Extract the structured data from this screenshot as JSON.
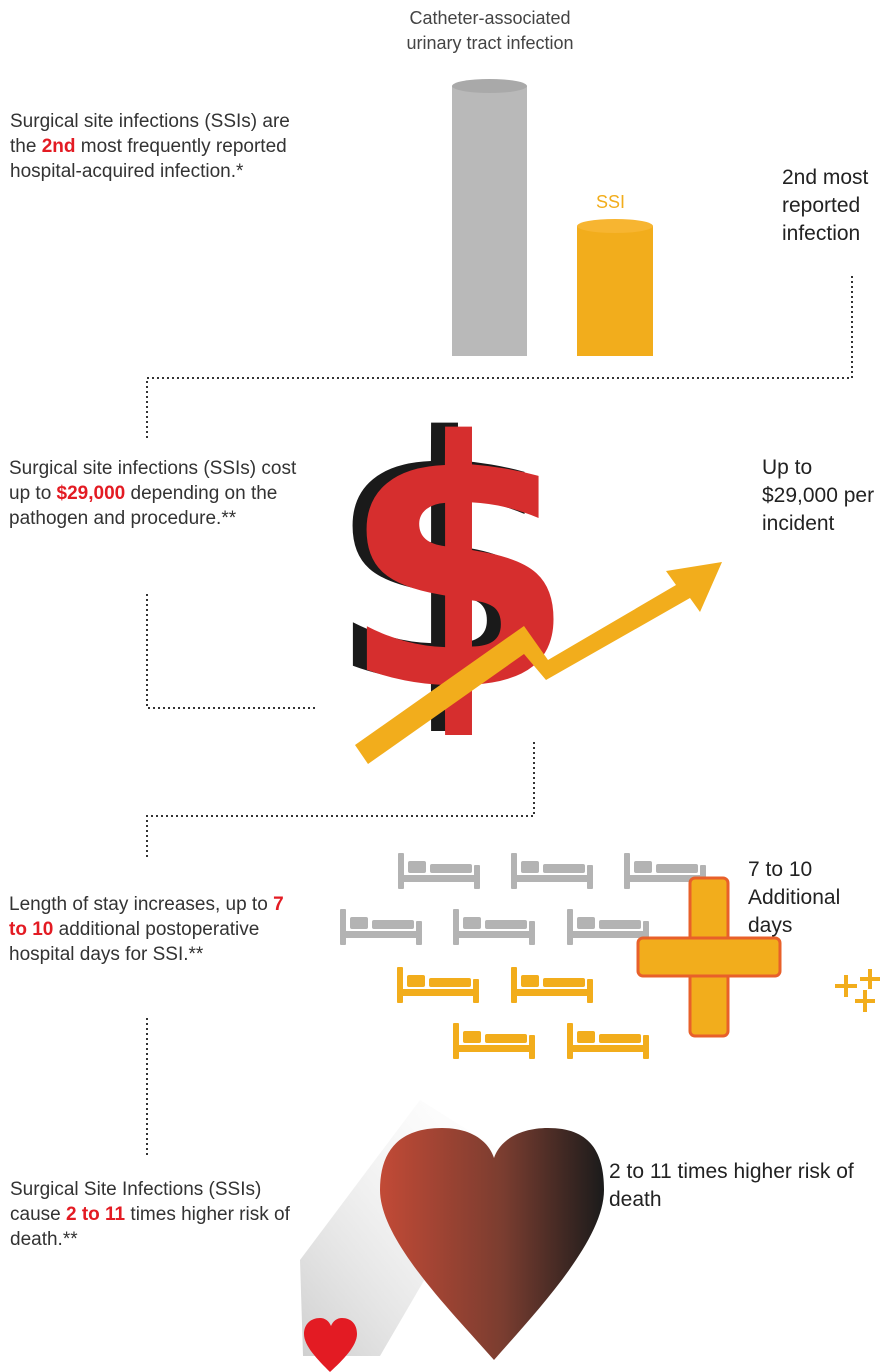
{
  "chart": {
    "cauti_label": "Catheter-associated urinary tract infection",
    "ssi_label": "SSI",
    "colors": {
      "cauti": "#b9b9b9",
      "ssi": "#f2ad1c"
    }
  },
  "section1": {
    "text_prefix": "Surgical site infections (SSIs) are the ",
    "text_highlight": "2nd",
    "text_suffix": " most frequently reported hospital-acquired infection.*",
    "side_label": "2nd most reported infection"
  },
  "section2": {
    "text_prefix": "Surgical site infections (SSIs) cost up to ",
    "text_highlight": "$29,000",
    "text_suffix": " depending on the pathogen and procedure.**",
    "side_label": "Up to $29,000 per incident",
    "dollar_glyph": "$"
  },
  "section3": {
    "text_prefix": "Length of stay increases, up to ",
    "text_highlight": "7 to 10",
    "text_suffix": " additional postoperative hospital days for SSI.**",
    "side_label": "7 to 10 Additional days"
  },
  "section4": {
    "text_prefix": "Surgical Site Infections (SSIs) cause ",
    "text_highlight": "2 to 11",
    "text_suffix": " times higher risk of death.**",
    "side_label": "2 to 11 times higher risk of death"
  },
  "colors": {
    "highlight": "#e31b23",
    "gold": "#f2ad1c",
    "gray_bed": "#b3b3b3",
    "heart_red": "#c0392b",
    "heart_dark": "#1a1a1a"
  }
}
